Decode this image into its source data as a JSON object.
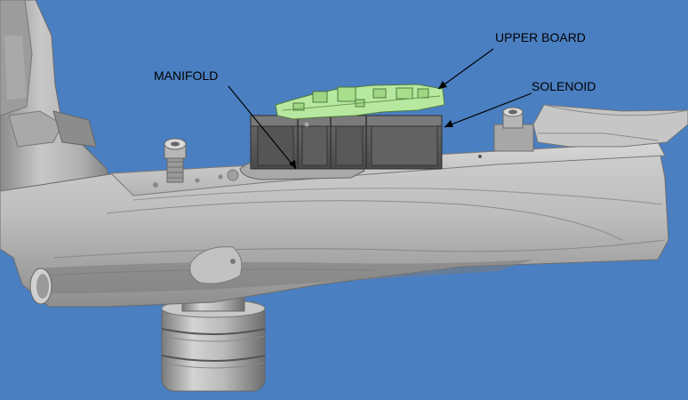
{
  "diagram": {
    "callouts": {
      "upper_board": "UPPER BOARD",
      "solenoid": "SOLENOID",
      "manifold": "MANIFOLD"
    }
  },
  "colors": {
    "background": "#4a7fc1",
    "body_metal": "#b9b9b9",
    "body_shadow": "#8f8f8f",
    "component_dark": "#5c5c5c",
    "circuit_board": "#b7e8a0",
    "label_text": "#000000"
  }
}
